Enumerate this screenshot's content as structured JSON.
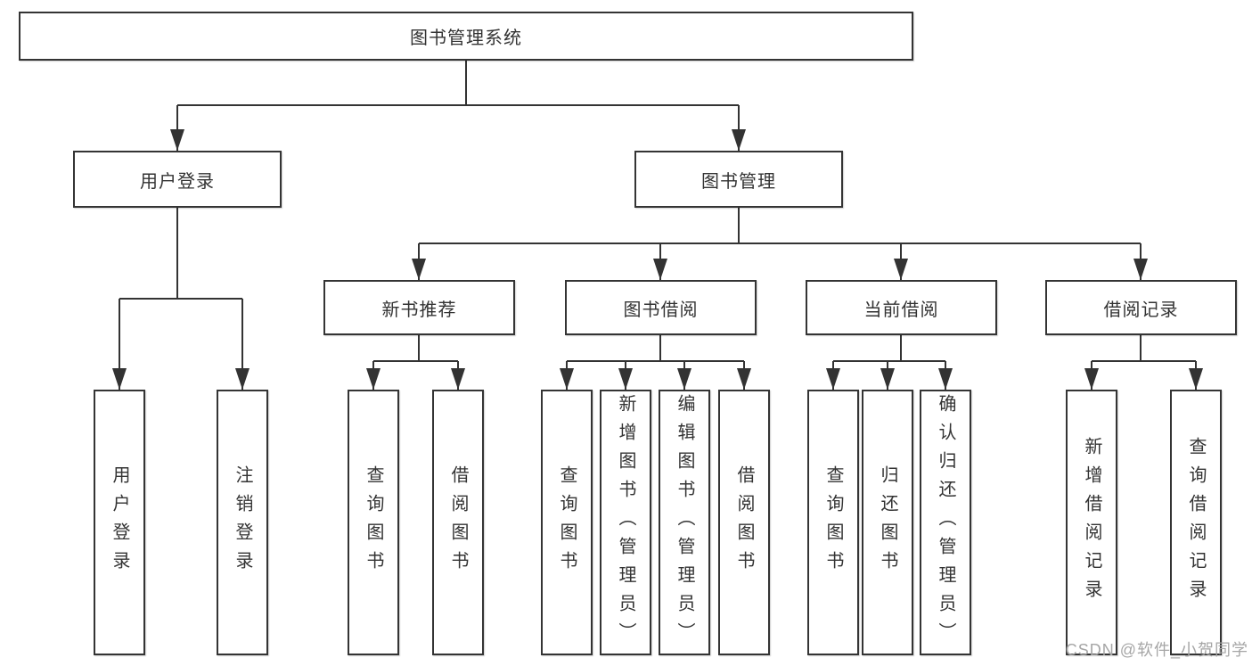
{
  "tree": {
    "label": "图书管理系统",
    "children": [
      {
        "label": "用户登录",
        "children": [
          {
            "label": "用户登录"
          },
          {
            "label": "注销登录"
          }
        ]
      },
      {
        "label": "图书管理",
        "children": [
          {
            "label": "新书推荐",
            "children": [
              {
                "label": "查询图书"
              },
              {
                "label": "借阅图书"
              }
            ]
          },
          {
            "label": "图书借阅",
            "children": [
              {
                "label": "查询图书"
              },
              {
                "label": "新增图书（管理员）"
              },
              {
                "label": "编辑图书（管理员）"
              },
              {
                "label": "借阅图书"
              }
            ]
          },
          {
            "label": "当前借阅",
            "children": [
              {
                "label": "查询图书"
              },
              {
                "label": "归还图书"
              },
              {
                "label": "确认归还（管理员）"
              }
            ]
          },
          {
            "label": "借阅记录",
            "children": [
              {
                "label": "新增借阅记录"
              },
              {
                "label": "查询借阅记录"
              }
            ]
          }
        ]
      }
    ]
  },
  "watermark": "CSDN @软件_小贺同学",
  "colors": {
    "line": "#333333",
    "border": "#343434",
    "text": "#333333",
    "background": "#ffffff",
    "watermark": "#a6a6a6"
  }
}
